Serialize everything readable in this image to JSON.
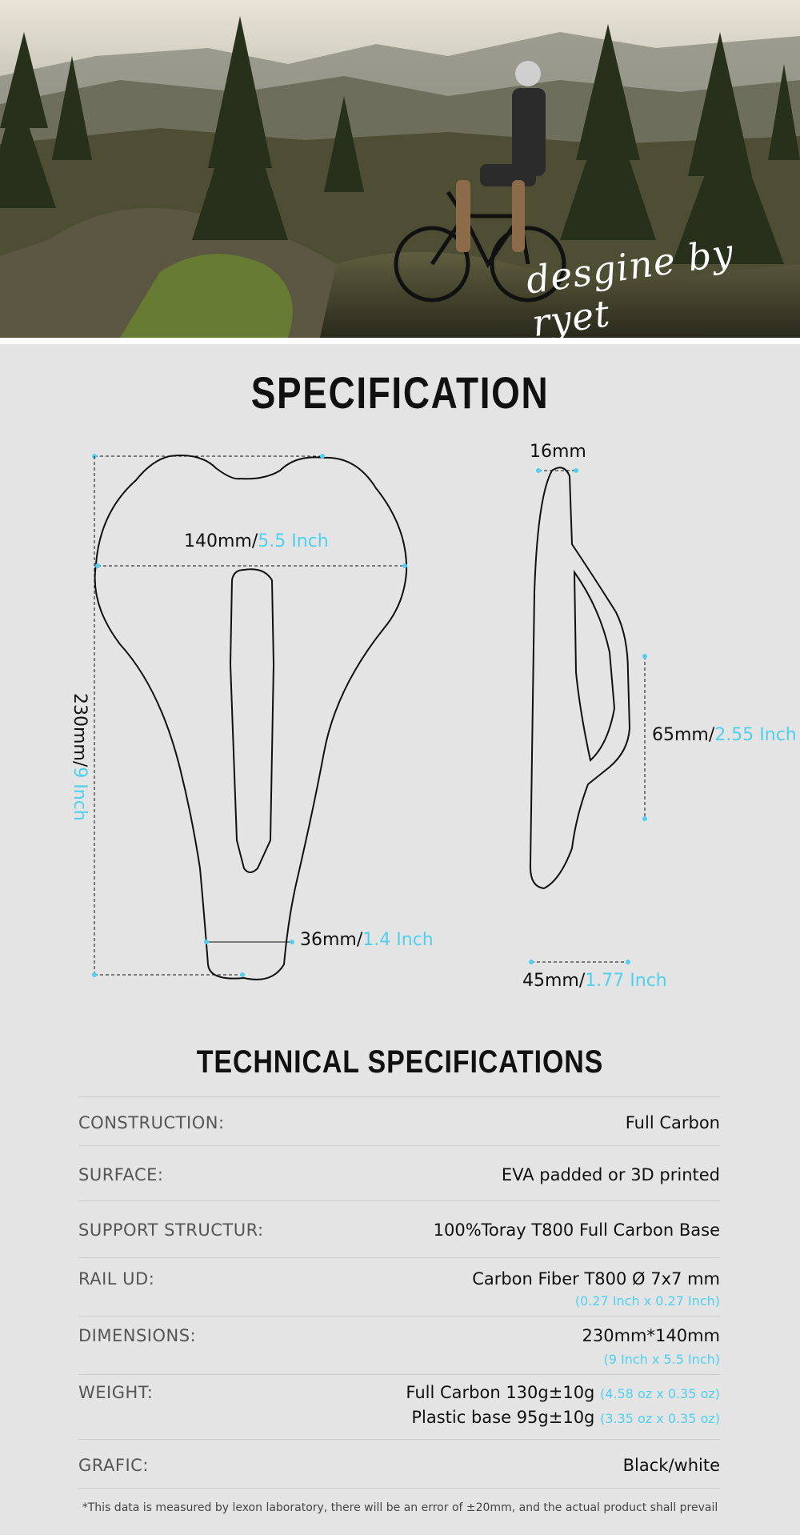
{
  "hero": {
    "signature": "desgine by ryet"
  },
  "spec": {
    "title": "SPECIFICATION",
    "width_mm": "140mm/",
    "width_inch": "5.5 Inch",
    "length_mm": "230mm/",
    "length_inch": "9 Inch",
    "nose_mm": "36mm/",
    "nose_inch": "1.4 Inch",
    "thickness_mm": "16mm",
    "rail_mm": "65mm/",
    "rail_inch": "2.55 Inch",
    "base_mm": "45mm/",
    "base_inch": "1.77 Inch"
  },
  "technical": {
    "title": "TECHNICAL SPECIFICATIONS",
    "rows": [
      {
        "label": "CONSTRUCTION:",
        "value": "Full Carbon"
      },
      {
        "label": "SURFACE:",
        "value": "EVA padded or 3D printed"
      },
      {
        "label": "SUPPORT STRUCTUR:",
        "value": "100%Toray T800 Full Carbon Base"
      },
      {
        "label": "RAIL UD:",
        "value": "Carbon Fiber T800 Ø 7x7 mm",
        "sub": "(0.27 Inch x 0.27 Inch)"
      },
      {
        "label": "DIMENSIONS:",
        "value": "230mm*140mm",
        "sub": "(9 Inch x 5.5 Inch)"
      },
      {
        "label": "WEIGHT:",
        "value": "Full Carbon 130g±10g",
        "value_sub": "(4.58 oz x 0.35 oz)",
        "value2": "Plastic base 95g±10g",
        "value2_sub": "(3.35 oz x 0.35 oz)"
      },
      {
        "label": "GRAFIC:",
        "value": "Black/white"
      }
    ],
    "note": "*This data is measured by lexon laboratory, there will be an error of ±20mm, and the actual product shall prevail"
  },
  "colors": {
    "accent": "#4fd0ee",
    "background": "#e4e4e4"
  }
}
